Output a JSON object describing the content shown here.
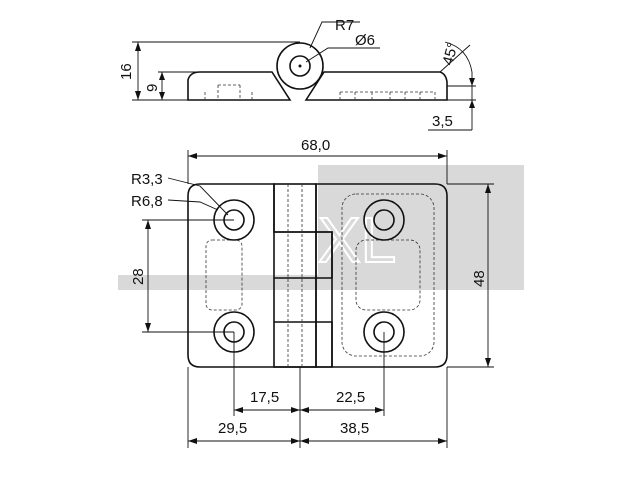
{
  "watermark": {
    "text": "TechXXL"
  },
  "dimensions": {
    "radius_top": "R7",
    "diameter_top": "Ø6",
    "angle": "45°",
    "height_total": "16",
    "height_mid": "9",
    "thickness": "3,5",
    "width_total": "68,0",
    "radius_hole": "R3,3",
    "radius_boss": "R6,8",
    "hole_spacing_v": "28",
    "height_plate": "48",
    "hole_left_to_axis": "17,5",
    "hole_right_to_axis": "22,5",
    "left_to_axis": "29,5",
    "right_to_axis": "38,5"
  }
}
